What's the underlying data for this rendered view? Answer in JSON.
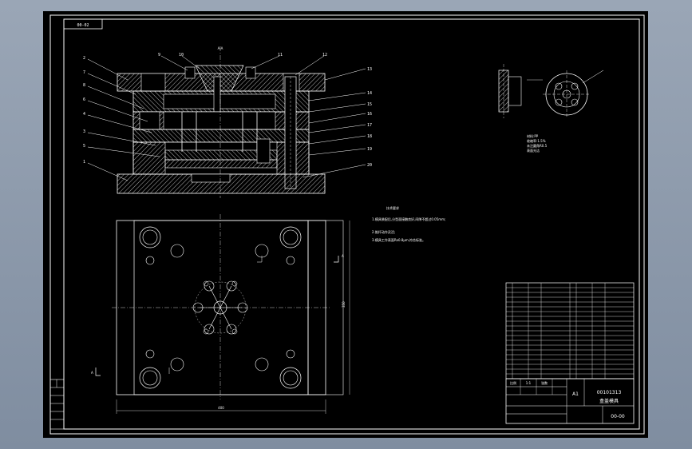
{
  "drawing": {
    "code_tag": "00-02",
    "top_mark": "A-A",
    "section_labels_left": [
      "2",
      "7",
      "8",
      "6",
      "4",
      "3",
      "5",
      "1"
    ],
    "section_labels_top": [
      "9",
      "10",
      "11",
      "12"
    ],
    "section_labels_right": [
      "13",
      "14",
      "15",
      "16",
      "17",
      "18",
      "19",
      "20"
    ],
    "tech_requirements": {
      "heading": "技术要求",
      "lines": [
        "1.模具装配后,分型面接触良好,间隙不超过0.05mm;",
        "2.推杆动作灵活;",
        "3.模具工作表面Ra0.8μm,符合标准。"
      ]
    },
    "part_notes": [
      "材料:PP",
      "收缩率:1.5%",
      "未注圆角R0.5",
      "表面光洁"
    ],
    "plan_labels": {
      "left_mark": "A",
      "right_mark": "A",
      "width_dim": "400",
      "height_dim": "350"
    },
    "title_block": {
      "scale": "A1",
      "drawing_no": "00101313",
      "title": "盒盖模具",
      "sheet_code": "00-00",
      "mat_row": [
        "比例",
        "1:1",
        "张数"
      ]
    }
  },
  "colors": {
    "background": "#000000",
    "line": "#ffffff",
    "frame_bg": "#9aa6b6"
  }
}
